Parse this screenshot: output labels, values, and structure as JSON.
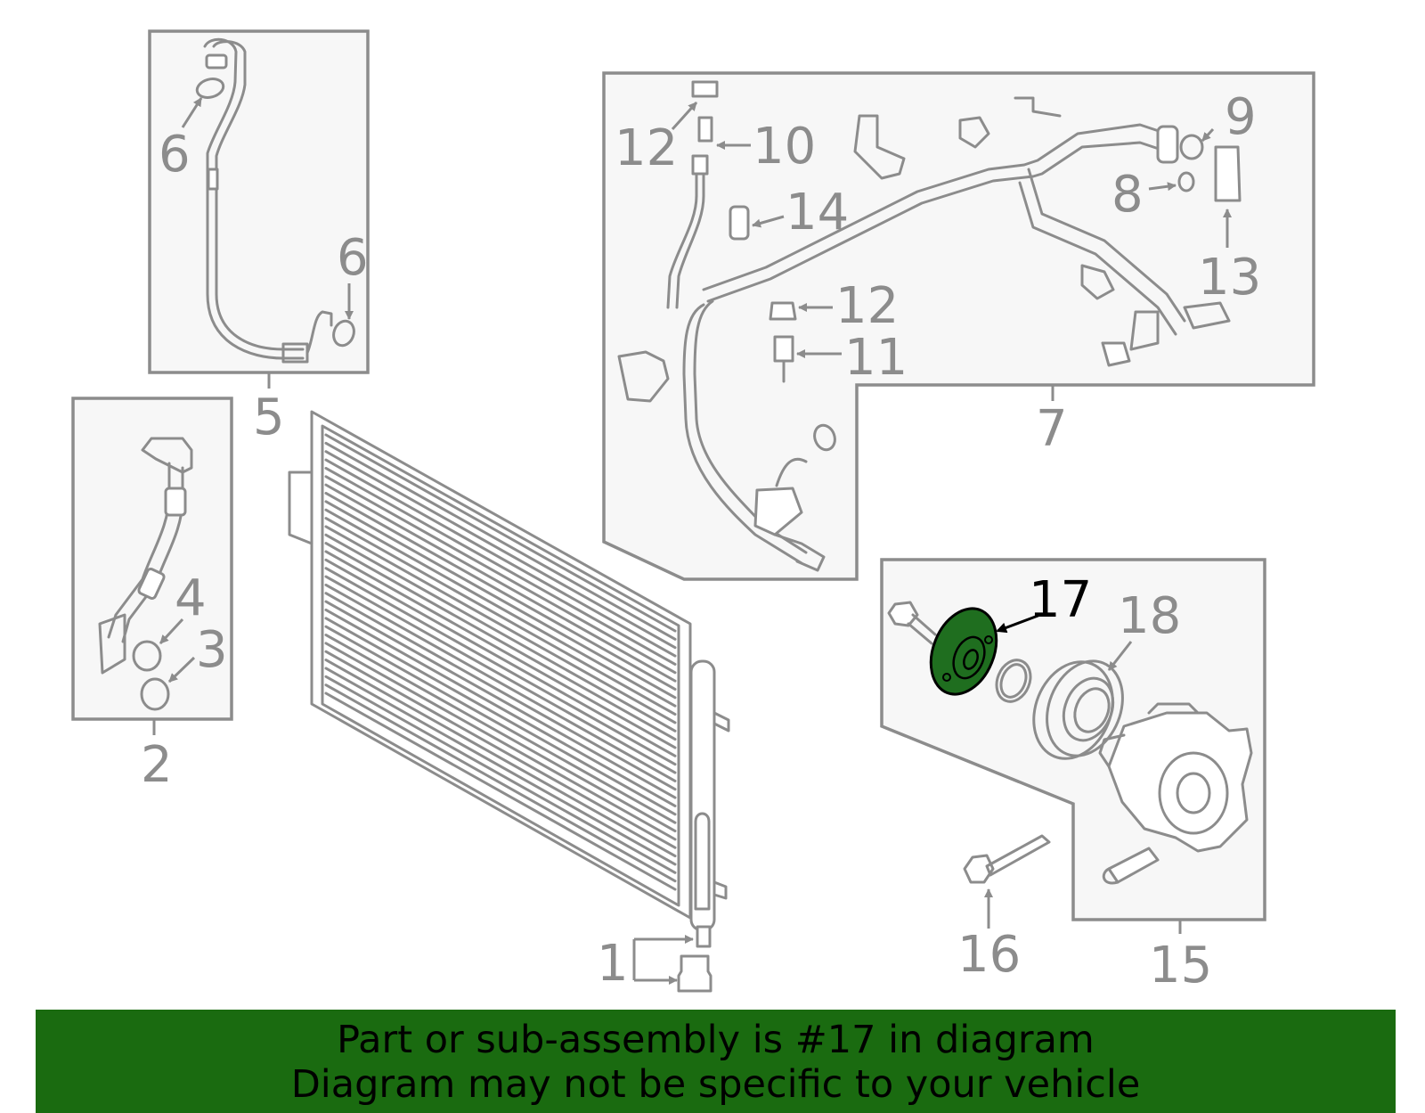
{
  "diagram": {
    "callouts": {
      "c1": "1",
      "c2": "2",
      "c3": "3",
      "c4": "4",
      "c5": "5",
      "c6a": "6",
      "c6b": "6",
      "c7": "7",
      "c8": "8",
      "c9": "9",
      "c10": "10",
      "c11": "11",
      "c12a": "12",
      "c12b": "12",
      "c13": "13",
      "c14": "14",
      "c15": "15",
      "c16": "16",
      "c17": "17",
      "c18": "18"
    },
    "highlighted_part": "17",
    "colors": {
      "line": "#8c8c8c",
      "panel_fill": "#f7f7f7",
      "highlight_fill": "#1f6e1f",
      "banner": "#1a6b10"
    }
  },
  "footer": {
    "line1": "Part or sub-assembly is #17 in diagram",
    "line2": "Diagram may not be specific to your vehicle"
  }
}
